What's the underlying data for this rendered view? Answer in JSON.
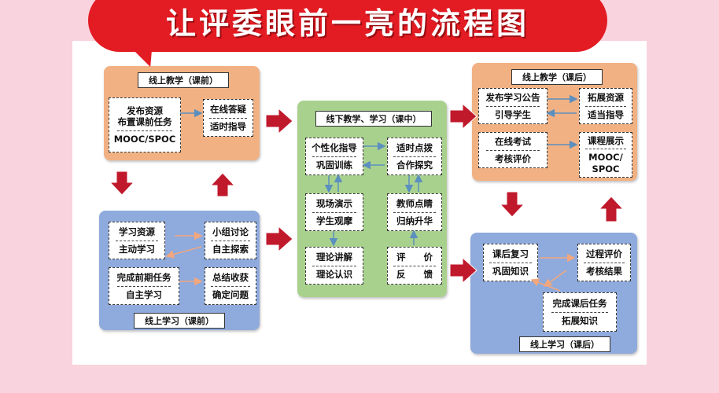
{
  "title": "让评委眼前一亮的流程图",
  "sections": {
    "pre_class_teach": {
      "label": "线上教学（课前）",
      "publish": [
        "发布资源",
        "布置课前任务",
        "MOOC/SPOC"
      ],
      "qa": [
        "在线答疑",
        "适时指导"
      ]
    },
    "pre_class_learn": {
      "label": "线上学习（课前）",
      "resources": [
        "学习资源",
        "主动学习"
      ],
      "discussion": [
        "小组讨论",
        "自主探索"
      ],
      "tasks": [
        "完成前期任务",
        "自主学习"
      ],
      "summary": [
        "总结收获",
        "确定问题"
      ]
    },
    "in_class": {
      "label": "线下教学、学习（课中）",
      "personalized": [
        "个性化指导",
        "巩固训练"
      ],
      "guidance": [
        "适时点拨",
        "合作探究"
      ],
      "demo": [
        "现场演示",
        "学生观摩"
      ],
      "teacher": [
        "教师点睛",
        "归纳升华"
      ],
      "theory": [
        "理论讲解",
        "理论认识"
      ],
      "evaluation": [
        "评　　价",
        "反　　馈"
      ]
    },
    "post_class_teach": {
      "label": "线上教学（课后）",
      "announce": [
        "发布学习公告",
        "引导学生"
      ],
      "expand": [
        "拓展资源",
        "适当指导"
      ],
      "exam": [
        "在线考试",
        "考核评价"
      ],
      "showcase": [
        "课程展示",
        "MOOC/",
        "SPOC"
      ]
    },
    "post_class_learn": {
      "label": "线上学习（课后）",
      "review": [
        "课后复习",
        "巩固知识"
      ],
      "process": [
        "过程评价",
        "考核结果"
      ],
      "finish": [
        "完成课后任务",
        "拓展知识"
      ]
    }
  },
  "colors": {
    "background": "#f9d3dd",
    "banner": "#e31b23",
    "orange_section": "#f2b183",
    "blue_section": "#8faadc",
    "green_section": "#a9d18e",
    "big_arrow": "#c0192c",
    "blue_connector": "#5a8fbf",
    "orange_connector": "#f2a77e"
  }
}
